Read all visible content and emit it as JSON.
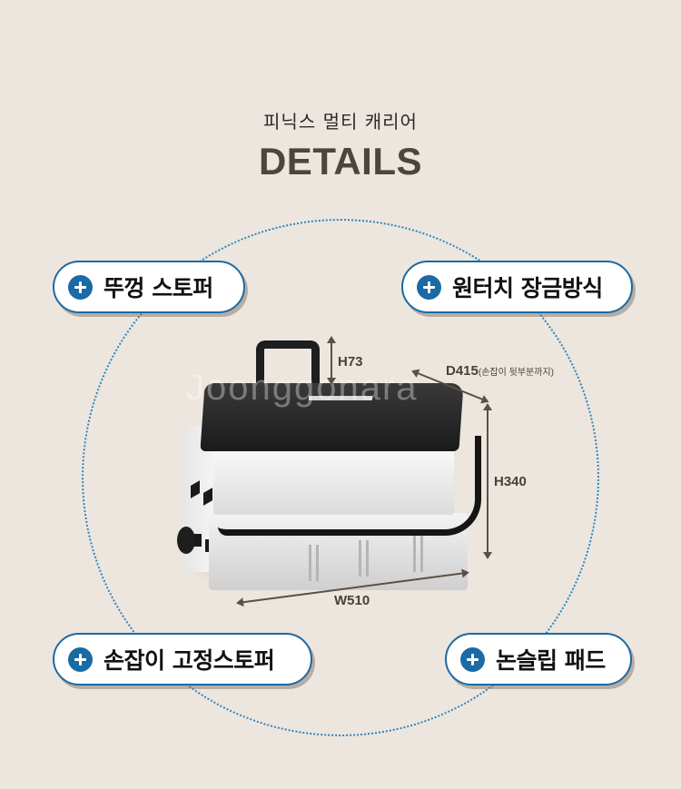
{
  "header": {
    "subtitle": "피닉스 멀티 캐리어",
    "title": "DETAILS"
  },
  "features": [
    {
      "label": "뚜껑 스토퍼",
      "icon": "plus-circle-icon"
    },
    {
      "label": "원터치 장금방식",
      "icon": "plus-circle-icon"
    },
    {
      "label": "손잡이 고정스토퍼",
      "icon": "plus-circle-icon"
    },
    {
      "label": "논슬립 패드",
      "icon": "plus-circle-icon"
    }
  ],
  "dimensions": {
    "handle_height": "H73",
    "depth": "D415",
    "depth_note": "(손잡이 뒷부분까지)",
    "height": "H340",
    "width": "W510"
  },
  "watermark": "Joonggonara",
  "colors": {
    "background": "#ede6de",
    "accent": "#1a6aa5",
    "title": "#4e463d",
    "dimension": "#5a5048"
  }
}
